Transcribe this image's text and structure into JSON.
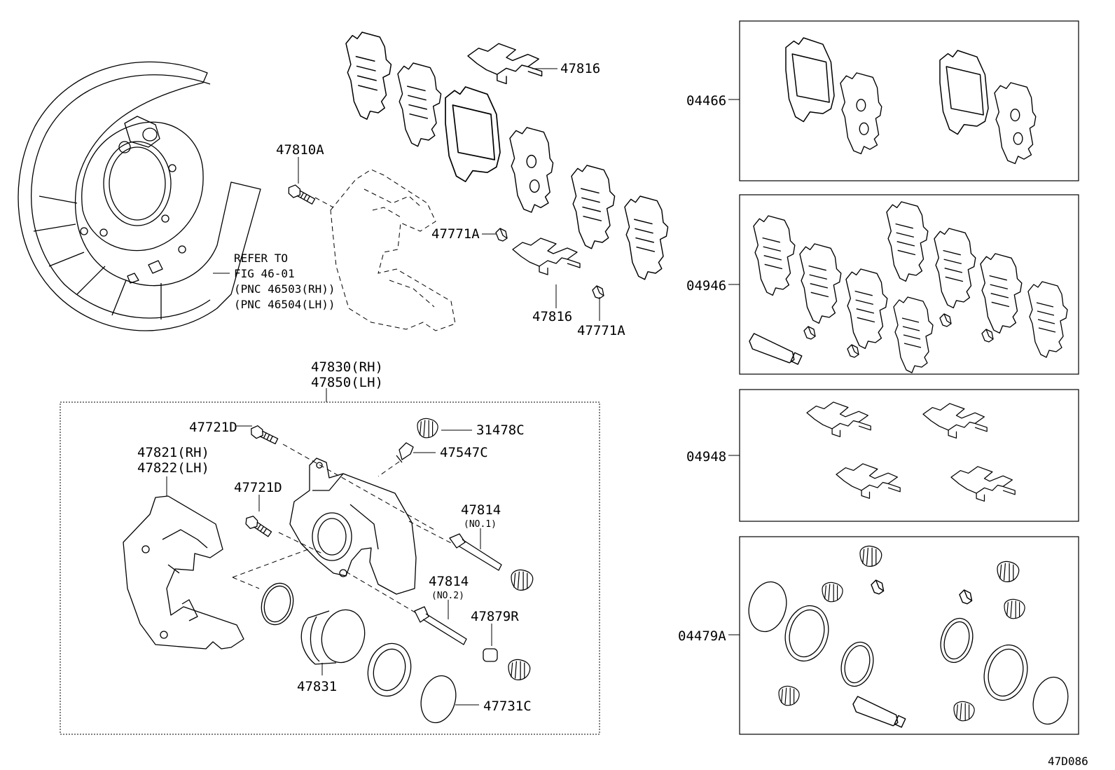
{
  "labels": {
    "p47816_top": "47816",
    "p47810A": "47810A",
    "p47771A_top": "47771A",
    "p47816_bottom": "47816",
    "p47771A_bottom": "47771A",
    "refer_line1": "REFER TO",
    "refer_line2": "FIG 46-01",
    "refer_line3": "(PNC 46503(RH))",
    "refer_line4": "(PNC 46504(LH))",
    "p47830": "47830(RH)",
    "p47850": "47850(LH)",
    "p47721D_top": "47721D",
    "p31478C": "31478C",
    "p47547C": "47547C",
    "p47821": "47821(RH)",
    "p47822": "47822(LH)",
    "p47721D_mid": "47721D",
    "p47814_no1": "47814",
    "p47814_no1_sub": "(NO.1)",
    "p47814_no2": "47814",
    "p47814_no2_sub": "(NO.2)",
    "p47879R": "47879R",
    "p47831": "47831",
    "p47731C": "47731C",
    "k04466": "04466",
    "k04946": "04946",
    "k04948": "04948",
    "k04479A": "04479A",
    "diagram_code": "47D086"
  },
  "icons": {
    "backing_plate": "dust-shield-icon",
    "brake_pad": "brake-pad-icon",
    "shim": "anti-squeal-shim-icon",
    "clip": "pad-clip-icon",
    "bolt": "bolt-icon",
    "caliper": "caliper-cylinder-icon",
    "mounting": "caliper-mounting-icon",
    "piston": "piston-icon",
    "seal": "piston-seal-icon",
    "boot": "boot-icon",
    "grease": "grease-tube-icon"
  }
}
